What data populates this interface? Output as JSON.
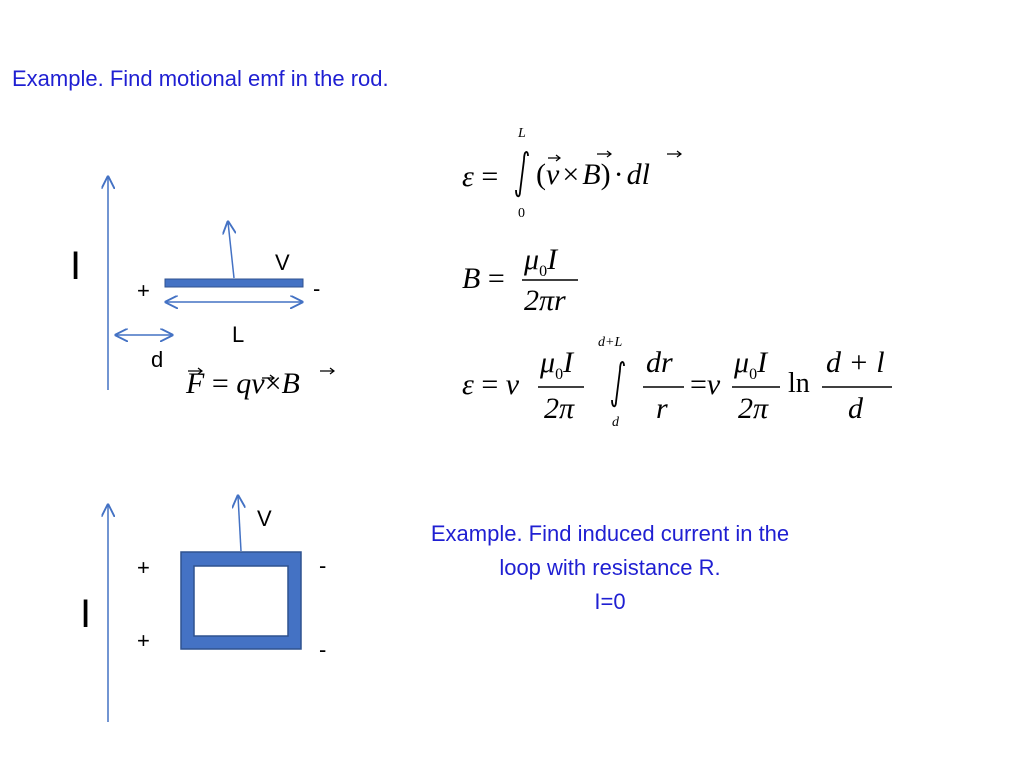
{
  "slide": {
    "title_rod": "Example. Find motional emf in the rod.",
    "title_loop_line1": "Example. Find induced current in the",
    "title_loop_line2": "loop with resistance R.",
    "answer_loop": "I=0",
    "accent_color": "#1f1fd2",
    "shape_color": "#4472c4",
    "shape_border": "#2f528f"
  },
  "rod_diagram": {
    "current_label": "I",
    "velocity_label": "V",
    "plus_label": "+",
    "minus_label": "-",
    "length_label": "L",
    "distance_label": "d"
  },
  "loop_diagram": {
    "current_label": "I",
    "velocity_label": "V",
    "plus_top": "+",
    "plus_bottom": "+",
    "minus_top": "-",
    "minus_bottom": "-"
  },
  "equations": {
    "force": {
      "F": "F",
      "eq": "=",
      "q": "q",
      "v": "v",
      "times": "×",
      "B": "B"
    },
    "emf_integral": {
      "eps": "ε",
      "eq": "=",
      "upper": "L",
      "lower": "0",
      "body": "(",
      "v": "v",
      "times": "×",
      "B": "B",
      "close": ")",
      "dot": "·",
      "d": "d",
      "l": "l"
    },
    "field": {
      "B": "B",
      "eq": "=",
      "num": "μ",
      "sub": "0",
      "I": "I",
      "den": "2πr"
    },
    "emf_result": {
      "eps": "ε",
      "eq": "=",
      "v": "v",
      "mu": "μ",
      "sub": "0",
      "I": "I",
      "twopi": "2π",
      "upper": "d+L",
      "lower": "d",
      "dr": "dr",
      "r": "r",
      "eq2": "=",
      "v2": "v",
      "ln": "ln",
      "num_dl": "d + l",
      "den_d": "d"
    }
  }
}
